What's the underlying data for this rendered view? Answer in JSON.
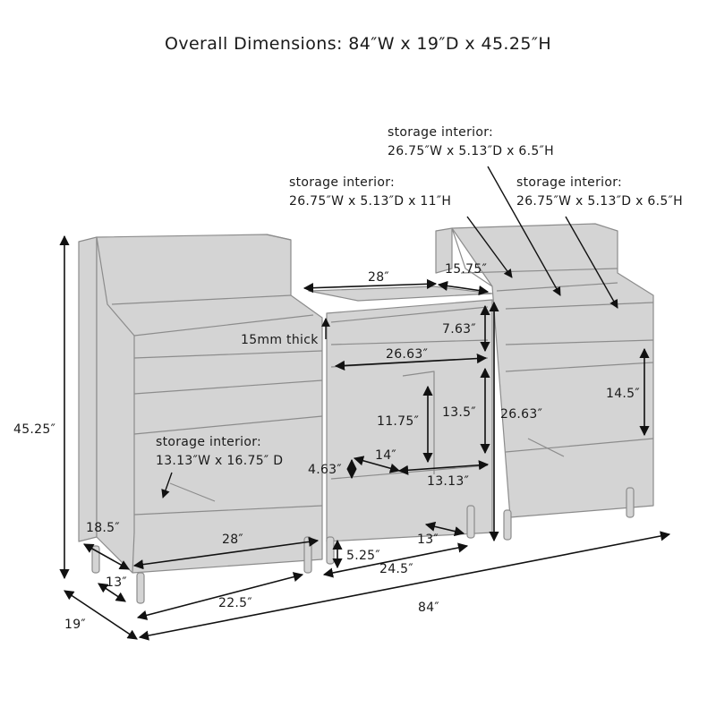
{
  "title": "Overall Dimensions: 84″W x 19″D x 45.25″H",
  "callouts": {
    "storage_right_top_1": "storage interior:",
    "storage_right_top_2": "26.75″W x 5.13″D x 6.5″H",
    "storage_mid_1": "storage interior:",
    "storage_mid_2": "26.75″W x 5.13″D x 11″H",
    "storage_right_1": "storage interior:",
    "storage_right_2": "26.75″W x 5.13″D x 6.5″H",
    "storage_left_1": "storage interior:",
    "storage_left_2": "13.13″W x 16.75″ D",
    "thickness": "15mm thick"
  },
  "dimensions": {
    "height_total": "45.25″",
    "depth_total": "19″",
    "width_total": "84″",
    "center_top_width": "28″",
    "center_depth_top": "15.75″",
    "center_shelf_gap": "7.63″",
    "center_shelf_width": "26.63″",
    "center_height": "26.63″",
    "center_inner_13_5": "13.5″",
    "center_inner_11_75": "11.75″",
    "center_inner_depth": "14″",
    "center_base_height": "4.63″",
    "center_inner_width": "13.13″",
    "center_leg_depth": "13″",
    "center_leg_height": "5.25″",
    "center_width": "24.5″",
    "right_bin_height": "14.5″",
    "left_height_low": "18.5″",
    "left_width": "28″",
    "left_depth": "13″",
    "left_leg_span": "22.5″"
  },
  "colors": {
    "outline": "#8c8c8c",
    "panel": "#d4d4d4",
    "dimension_line": "#111111",
    "text": "#1a1a1a"
  }
}
